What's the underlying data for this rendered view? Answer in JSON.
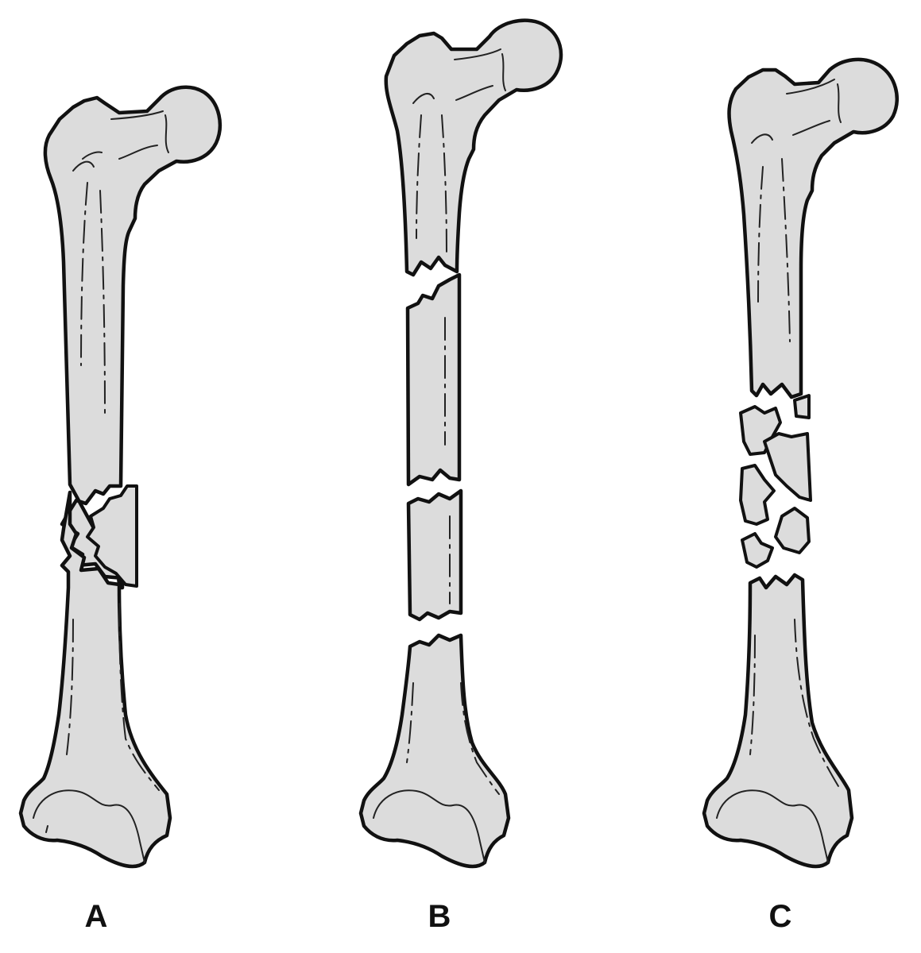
{
  "figure": {
    "panels": [
      {
        "label": "A"
      },
      {
        "label": "B"
      },
      {
        "label": "C"
      }
    ],
    "colors": {
      "bone_fill": "#dcdcdc",
      "outline": "#111111",
      "background": "#ffffff"
    }
  }
}
